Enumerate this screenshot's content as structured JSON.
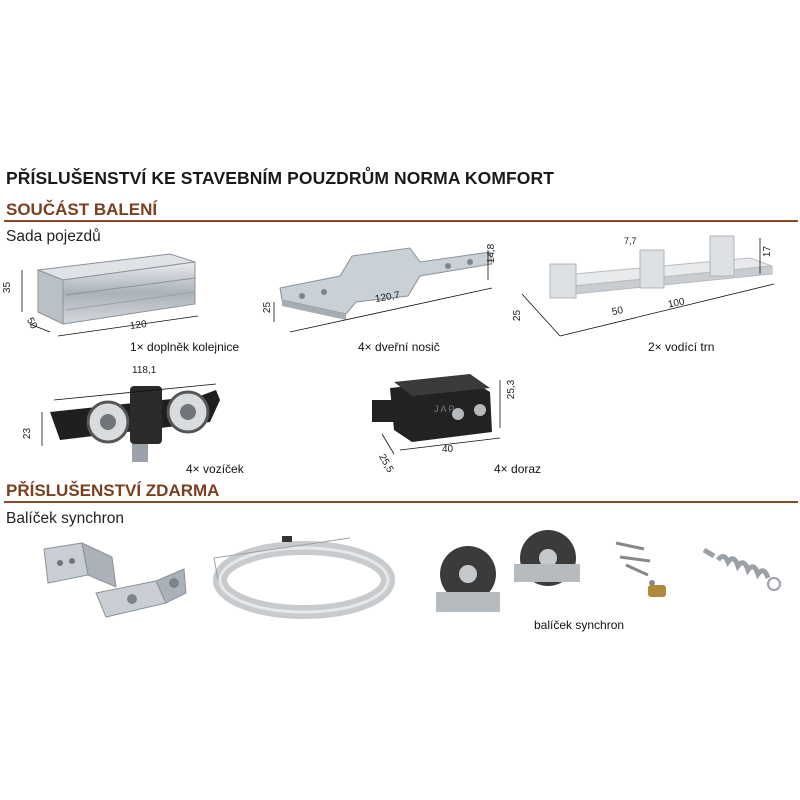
{
  "title": "PŘÍSLUŠENSTVÍ KE STAVEBNÍM POUZDRŮM NORMA KOMFORT",
  "section1": {
    "heading": "SOUČÁST BALENÍ",
    "subheading": "Sada pojezdů",
    "items": [
      {
        "caption": "1× doplněk kolejnice",
        "dims": [
          "35",
          "50",
          "120"
        ]
      },
      {
        "caption": "4× dveřní nosič",
        "dims": [
          "14,8",
          "25",
          "120,7"
        ]
      },
      {
        "caption": "2× vodící trn",
        "dims": [
          "7,7",
          "17",
          "25",
          "50",
          "100"
        ]
      },
      {
        "caption": "4× vozíček",
        "dims": [
          "118,1",
          "23"
        ]
      },
      {
        "caption": "4× doraz",
        "dims": [
          "25,3",
          "25,5",
          "40"
        ],
        "brand_mark": "JAP"
      }
    ]
  },
  "section2": {
    "heading": "PŘÍSLUŠENSTVÍ ZDARMA",
    "subheading": "Balíček synchron",
    "caption": "balíček synchron"
  },
  "colors": {
    "section_heading": "#7b3f20",
    "rule": "#8a4a2a",
    "text": "#1a1a1a"
  }
}
